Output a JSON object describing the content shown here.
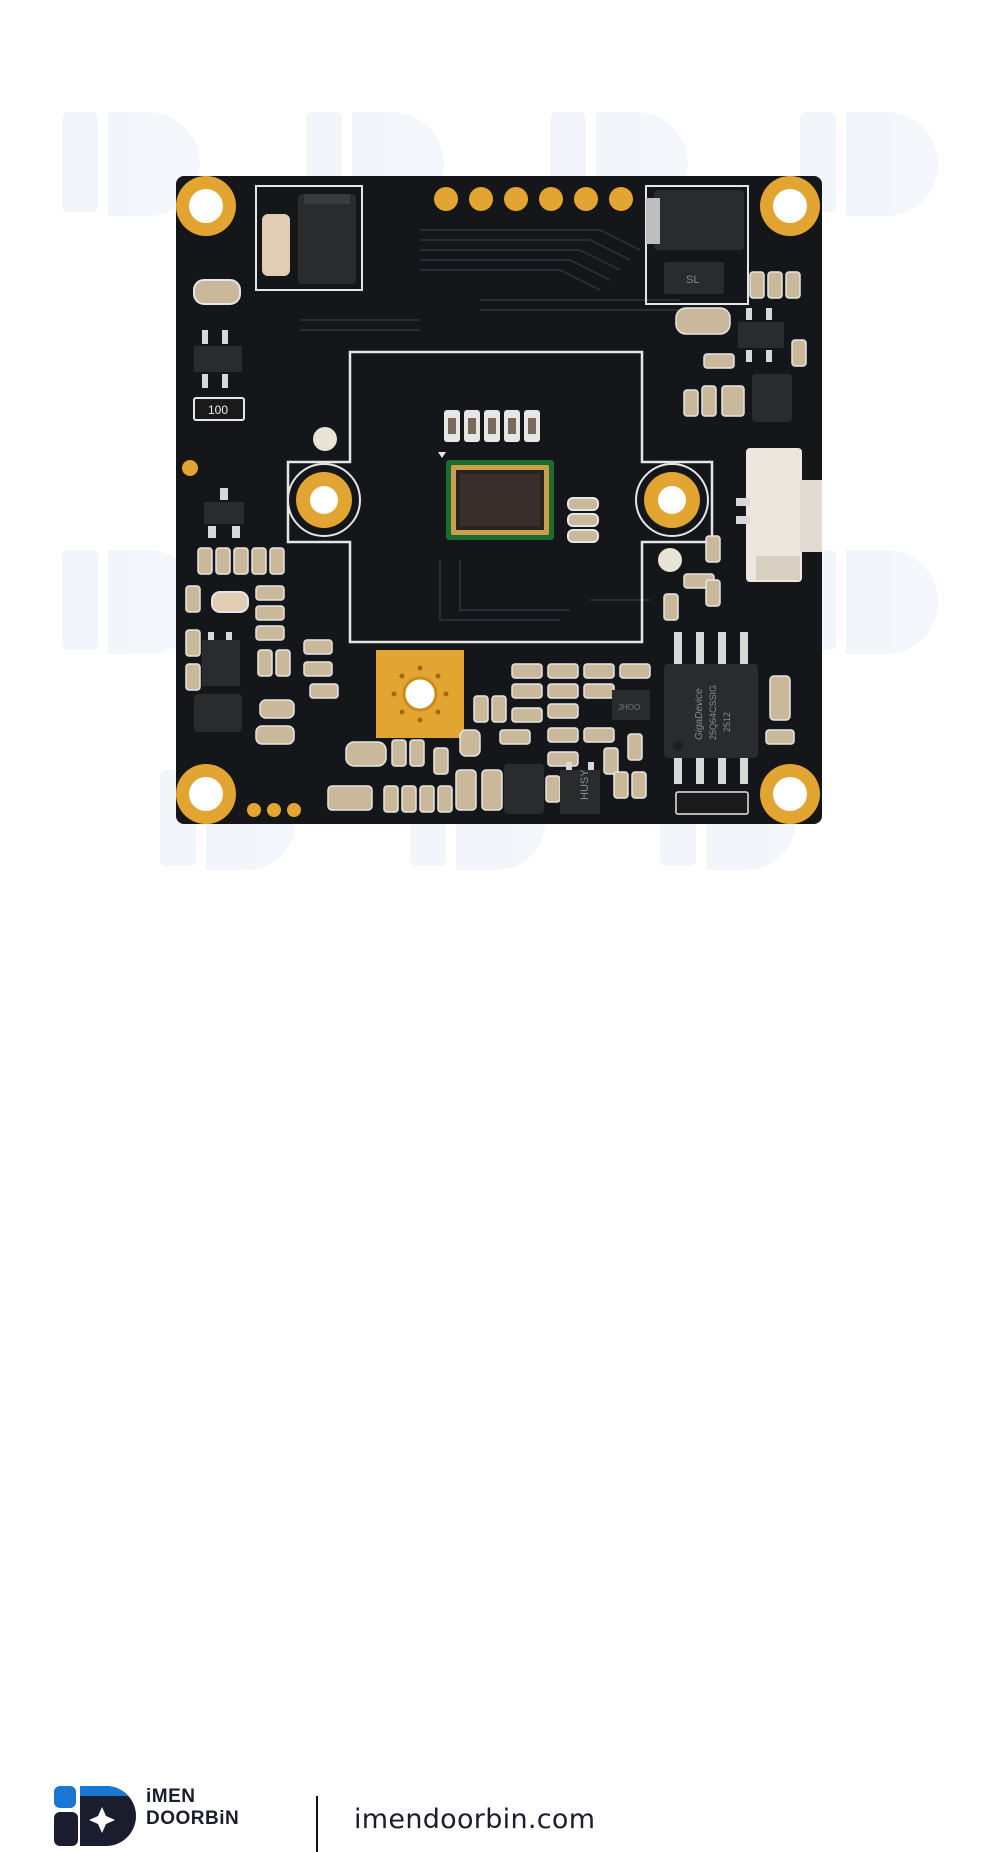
{
  "image": {
    "subject": "camera-module-pcb-board"
  },
  "pcb": {
    "board_color": "#141619",
    "pad_color": "#e3a531",
    "silkscreen_color": "#e6e6e6",
    "markings": {
      "resistor_label": "100",
      "diode_label": "SL",
      "ic_small_label": "HUSY",
      "chip_near_sensor_label": "JHOO",
      "flash_chip_label": "25Q64CSSIG",
      "flash_chip_brand": "GigaDevice",
      "flash_chip_code": "2512"
    }
  },
  "watermark": {
    "text": "iD",
    "color": "#e8eef6"
  },
  "footer": {
    "brand_line1": "iMEN",
    "brand_line2": "DOORBiN",
    "website": "imendoorbin.com",
    "logo_blue": "#1976d2",
    "logo_dark": "#1a1d2e"
  }
}
